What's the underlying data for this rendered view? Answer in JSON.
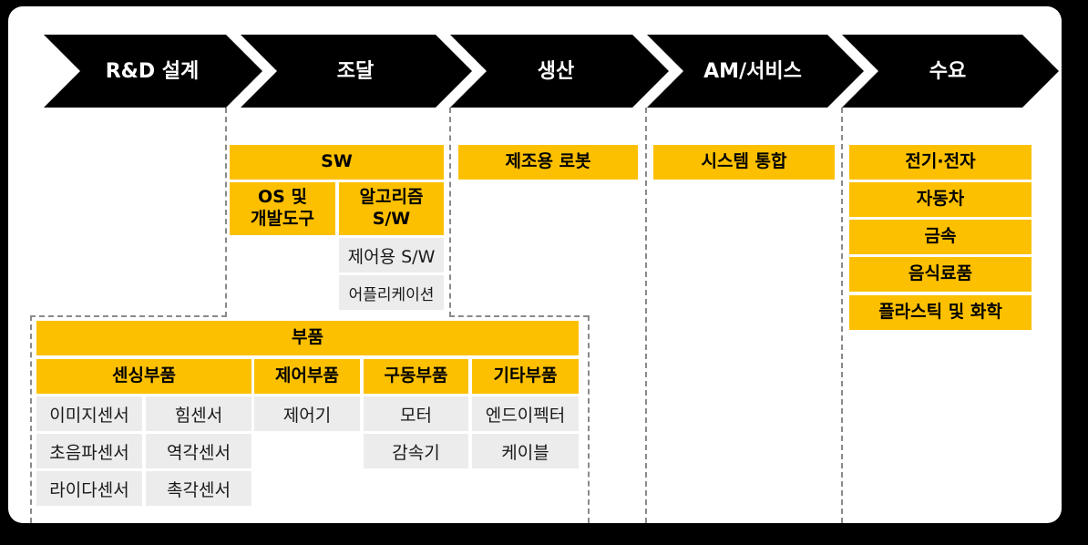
{
  "stages": [
    {
      "label": "R&D 설계"
    },
    {
      "label": "조달"
    },
    {
      "label": "생산"
    },
    {
      "label": "AM/서비스"
    },
    {
      "label": "수요"
    }
  ],
  "procurement": {
    "sw_header": "SW",
    "os_tools": "OS 및\n개발도구",
    "algorithm_sw": "알고리즘\nS/W",
    "control_sw": "제어용 S/W",
    "application": "어플리케이션"
  },
  "parts": {
    "header": "부품",
    "categories": {
      "sensing": "센싱부품",
      "control": "제어부품",
      "drive": "구동부품",
      "other": "기타부품"
    },
    "sensing_items": [
      "이미지센서",
      "힘센서",
      "초음파센서",
      "역각센서",
      "라이다센서",
      "촉각센서"
    ],
    "control_items": [
      "제어기"
    ],
    "drive_items": [
      "모터",
      "감속기"
    ],
    "other_items": [
      "엔드이펙터",
      "케이블"
    ]
  },
  "production": {
    "item": "제조용 로봇"
  },
  "am_service": {
    "item": "시스템 통합"
  },
  "demand": {
    "items": [
      "전기·전자",
      "자동차",
      "금속",
      "음식료품",
      "플라스틱 및 화학"
    ]
  },
  "colors": {
    "accent": "#fdc000",
    "arrow": "#000000",
    "cell_bg": "#ececec",
    "dashed": "#8a8a8a"
  }
}
